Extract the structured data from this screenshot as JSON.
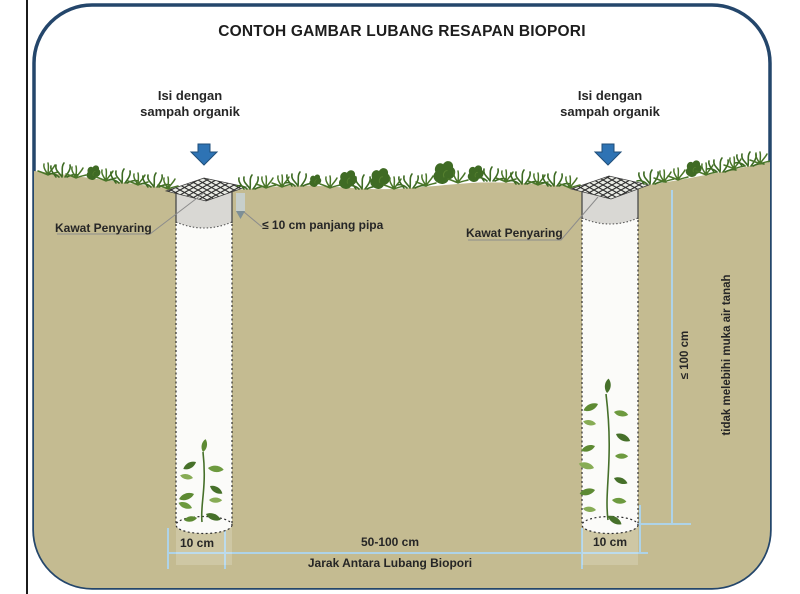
{
  "title": "CONTOH GAMBAR LUBANG RESAPAN BIOPORI",
  "holes": {
    "left": {
      "fill_label_line1": "Isi dengan",
      "fill_label_line2": "sampah organik",
      "screen_label": "Kawat Penyaring",
      "diameter_label": "10 cm"
    },
    "right": {
      "fill_label_line1": "Isi dengan",
      "fill_label_line2": "sampah organik",
      "screen_label": "Kawat Penyaring",
      "diameter_label": "10 cm"
    }
  },
  "dimensions": {
    "pipe_length": "≤ 10 cm panjang pipa",
    "depth": "≤ 100 cm",
    "depth_note": "tidak melebihi muka air tanah",
    "spacing": "50-100 cm",
    "spacing_caption": "Jarak Antara Lubang Biopori"
  },
  "colors": {
    "soil": "#c4bb91",
    "frame_border": "#24466b",
    "arrow_blue": "#2e73b4",
    "dimension_line": "#aed3e8",
    "grass_green": "#47702a",
    "leaf_green": "#5d8a33"
  }
}
